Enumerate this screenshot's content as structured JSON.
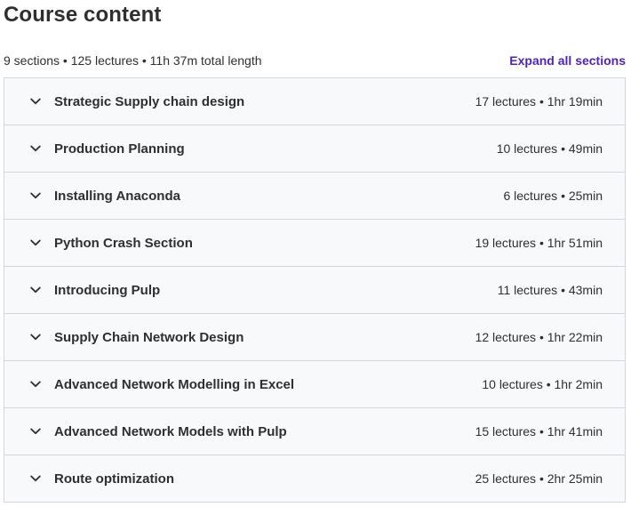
{
  "header": {
    "title": "Course content",
    "summary": "9 sections • 125 lectures • 11h 37m total length",
    "expand_all_label": "Expand all sections"
  },
  "icons": {
    "section_toggle": "chevron-down-icon"
  },
  "colors": {
    "link": "#5022c3",
    "section_bg": "#f7f9fa",
    "border": "#d1d7dc",
    "text": "#2d2f31"
  },
  "sections": [
    {
      "title": "Strategic Supply chain design",
      "meta": "17 lectures • 1hr 19min"
    },
    {
      "title": "Production Planning",
      "meta": "10 lectures • 49min"
    },
    {
      "title": "Installing Anaconda",
      "meta": "6 lectures • 25min"
    },
    {
      "title": "Python Crash Section",
      "meta": "19 lectures • 1hr 51min"
    },
    {
      "title": "Introducing Pulp",
      "meta": "11 lectures • 43min"
    },
    {
      "title": "Supply Chain Network Design",
      "meta": "12 lectures • 1hr 22min"
    },
    {
      "title": "Advanced Network Modelling in Excel",
      "meta": "10 lectures • 1hr 2min"
    },
    {
      "title": "Advanced Network Models with Pulp",
      "meta": "15 lectures • 1hr 41min"
    },
    {
      "title": "Route optimization",
      "meta": "25 lectures • 2hr 25min"
    }
  ]
}
